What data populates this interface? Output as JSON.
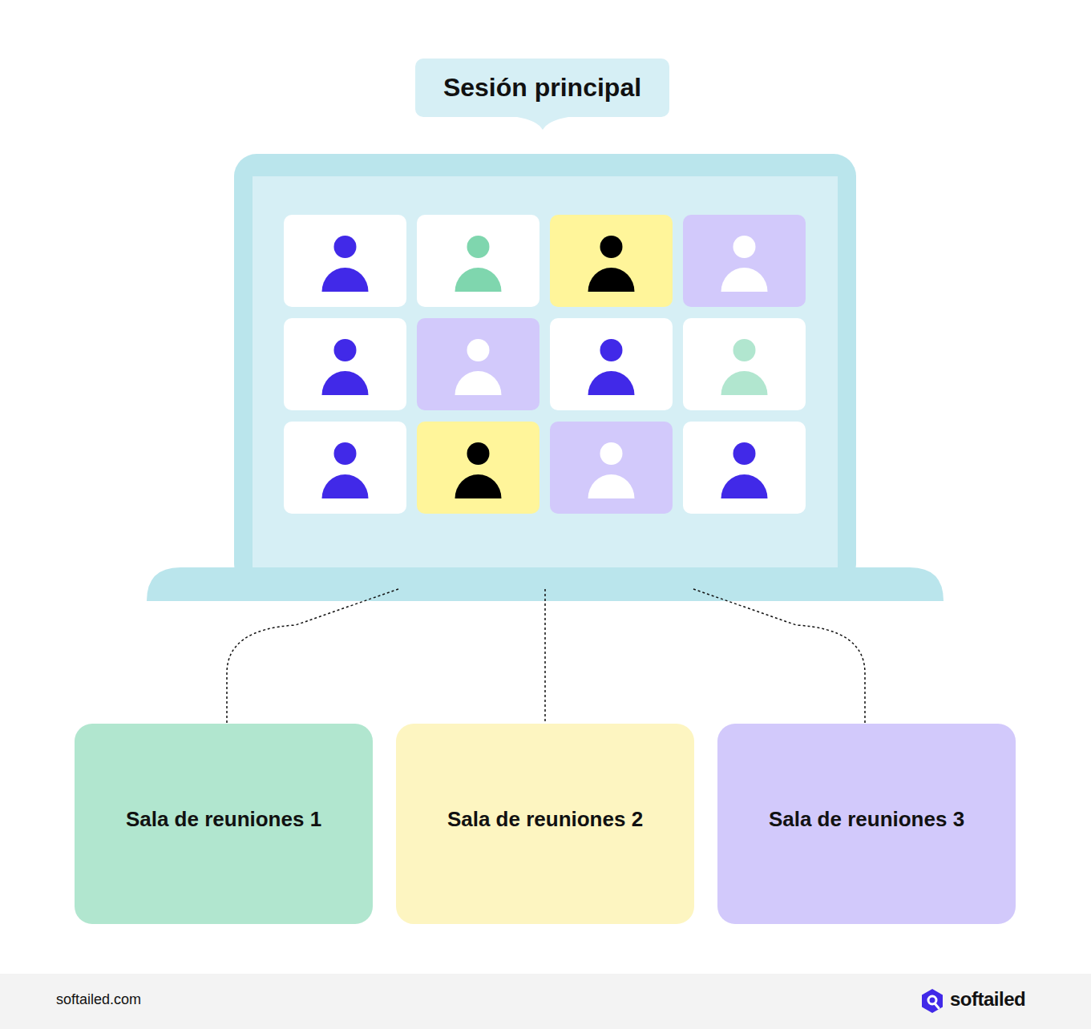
{
  "diagram": {
    "nodes": [
      {
        "text": [
          "Sesión principal"
        ]
      },
      {
        "text": [
          "Sala de reuniones 1"
        ]
      },
      {
        "text": [
          "Sala de reuniones 2"
        ]
      },
      {
        "text": [
          "Sala de reuniones 3"
        ]
      }
    ],
    "edges": [
      {
        "from": 0,
        "to": 1,
        "arrow": "none"
      },
      {
        "from": 0,
        "to": 2,
        "arrow": "none"
      },
      {
        "from": 0,
        "to": 3,
        "arrow": "none"
      }
    ],
    "labels": [
      "softailed.com",
      "softailed"
    ]
  }
}
